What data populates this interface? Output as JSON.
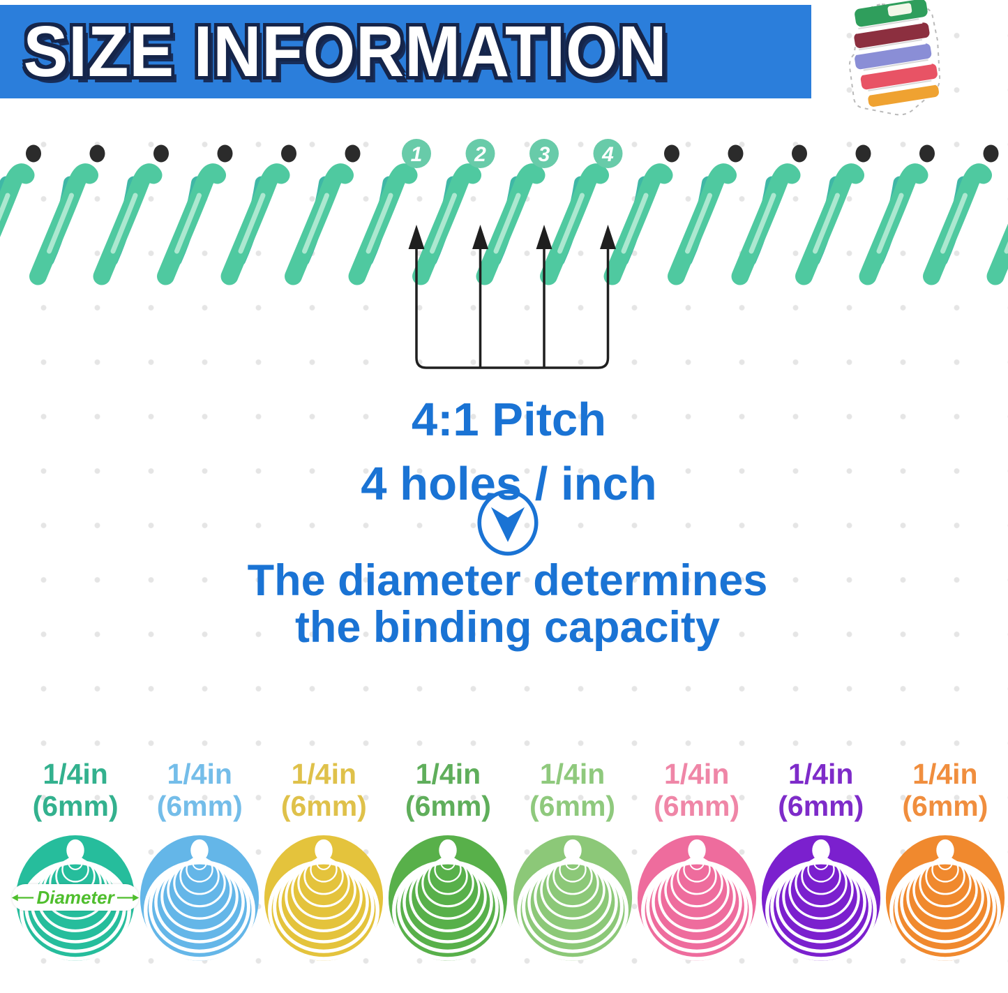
{
  "header": {
    "title": "SIZE INFORMATION"
  },
  "binding": {
    "numbered_holes": [
      "1",
      "2",
      "3",
      "4"
    ],
    "pitch_line1": "4:1 Pitch",
    "pitch_line2": "4 holes / inch",
    "capacity_line1": "The diameter determines",
    "capacity_line2": "the binding capacity"
  },
  "diameter_label": "Diameter",
  "sizes": [
    {
      "in": "1/4in",
      "mm": "(6mm)",
      "color": "#26BD9C",
      "label_color": "#33B18E",
      "has_diameter_label": true
    },
    {
      "in": "1/4in",
      "mm": "(6mm)",
      "color": "#64B6E8",
      "label_color": "#74BDE9"
    },
    {
      "in": "1/4in",
      "mm": "(6mm)",
      "color": "#E4C33C",
      "label_color": "#DFC14A"
    },
    {
      "in": "1/4in",
      "mm": "(6mm)",
      "color": "#58B04A",
      "label_color": "#5FAE5B"
    },
    {
      "in": "1/4in",
      "mm": "(6mm)",
      "color": "#8CC878",
      "label_color": "#8FC97D"
    },
    {
      "in": "1/4in",
      "mm": "(6mm)",
      "color": "#EE6C9D",
      "label_color": "#EF86A7"
    },
    {
      "in": "1/4in",
      "mm": "(6mm)",
      "color": "#7B20CE",
      "label_color": "#7E2BC9"
    },
    {
      "in": "1/4in",
      "mm": "(6mm)",
      "color": "#F0892E",
      "label_color": "#F08E3E"
    }
  ],
  "colors": {
    "banner_bg": "#2B7EDB",
    "text_blue": "#1A73D4",
    "coil_front": "#4FC9A0",
    "coil_back": "#3FB7A6",
    "coil_highlight": "#BCEDD8",
    "hole_dot": "#2B2B2B",
    "hole_badge": "#68CBA9",
    "arrow": "#1F1F1F",
    "diameter_green": "#4FBE2D"
  }
}
